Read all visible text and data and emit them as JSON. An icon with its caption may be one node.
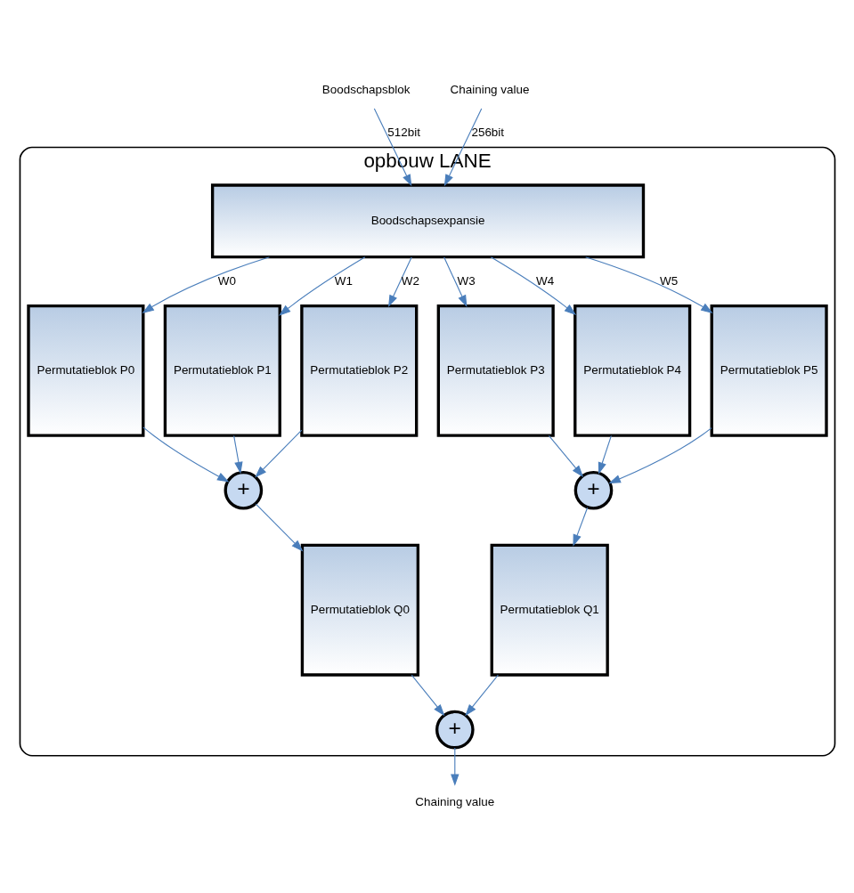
{
  "diagram": {
    "nodes": [
      {
        "text": [
          "opbouw LANE"
        ]
      },
      {
        "text": [
          "Boodschapsblok"
        ]
      },
      {
        "text": [
          "Chaining value"
        ]
      },
      {
        "text": [
          "Boodschapsexpansie"
        ],
        "in": 0
      },
      {
        "text": [
          "Permutatieblok P0"
        ],
        "in": 0
      },
      {
        "text": [
          "Permutatieblok P1"
        ],
        "in": 0
      },
      {
        "text": [
          "Permutatieblok P2"
        ],
        "in": 0
      },
      {
        "text": [
          "Permutatieblok P3"
        ],
        "in": 0
      },
      {
        "text": [
          "Permutatieblok P4"
        ],
        "in": 0
      },
      {
        "text": [
          "Permutatieblok P5"
        ],
        "in": 0
      },
      {
        "text": [
          "+"
        ],
        "in": 0
      },
      {
        "text": [
          "+"
        ],
        "in": 0
      },
      {
        "text": [
          "Permutatieblok Q0"
        ],
        "in": 0
      },
      {
        "text": [
          "Permutatieblok Q1"
        ],
        "in": 0
      },
      {
        "text": [
          "+"
        ],
        "in": 0
      },
      {
        "text": [
          "Chaining value"
        ]
      }
    ],
    "edges": [
      {
        "from": 1,
        "to": 3,
        "arrow": "to",
        "label": "512bit"
      },
      {
        "from": 2,
        "to": 3,
        "arrow": "to",
        "label": "256bit"
      },
      {
        "from": 3,
        "to": 4,
        "arrow": "to",
        "label": "W0"
      },
      {
        "from": 3,
        "to": 5,
        "arrow": "to",
        "label": "W1"
      },
      {
        "from": 3,
        "to": 6,
        "arrow": "to",
        "label": "W2"
      },
      {
        "from": 3,
        "to": 7,
        "arrow": "to",
        "label": "W3"
      },
      {
        "from": 3,
        "to": 8,
        "arrow": "to",
        "label": "W4"
      },
      {
        "from": 3,
        "to": 9,
        "arrow": "to",
        "label": "W5"
      },
      {
        "from": 4,
        "to": 10,
        "arrow": "to"
      },
      {
        "from": 5,
        "to": 10,
        "arrow": "to"
      },
      {
        "from": 6,
        "to": 10,
        "arrow": "to"
      },
      {
        "from": 7,
        "to": 11,
        "arrow": "to"
      },
      {
        "from": 8,
        "to": 11,
        "arrow": "to"
      },
      {
        "from": 9,
        "to": 11,
        "arrow": "to"
      },
      {
        "from": 10,
        "to": 12,
        "arrow": "to"
      },
      {
        "from": 11,
        "to": 13,
        "arrow": "to"
      },
      {
        "from": 12,
        "to": 14,
        "arrow": "to"
      },
      {
        "from": 13,
        "to": 14,
        "arrow": "to"
      },
      {
        "from": 14,
        "to": 15,
        "arrow": "to"
      }
    ]
  }
}
